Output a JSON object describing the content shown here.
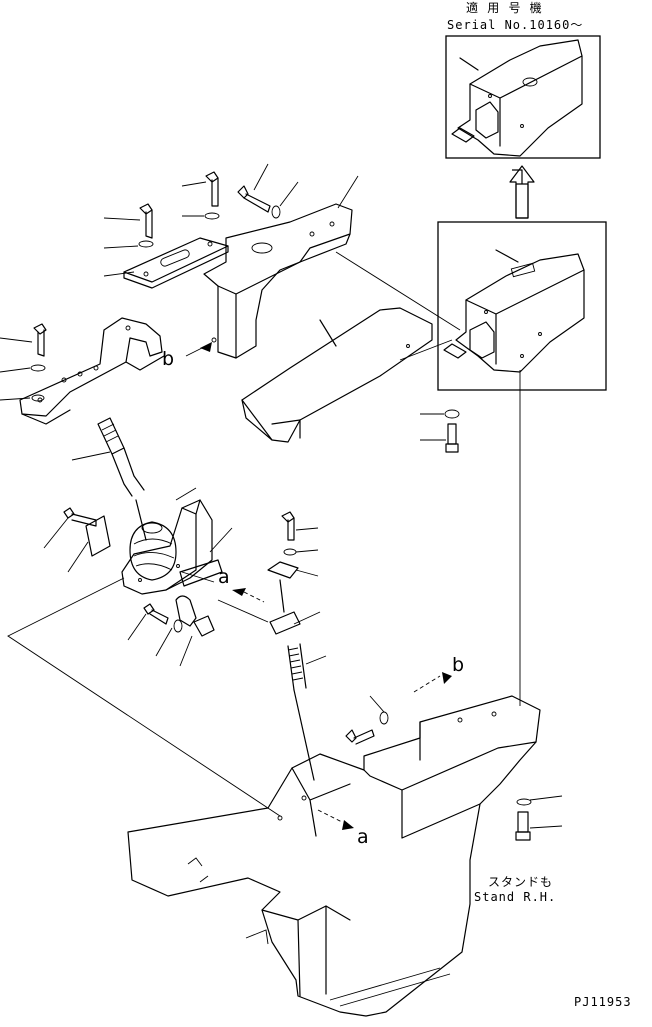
{
  "inset": {
    "title_jp": "適 用 号 機",
    "serial": "Serial No.10160～"
  },
  "labels": {
    "ref_a_upper": "a",
    "ref_a_lower": "a",
    "ref_b_upper": "b",
    "ref_b_lower": "b",
    "stand_jp": "スタンドも",
    "stand_en": "Stand R.H.",
    "figure_code": "PJ11953"
  }
}
